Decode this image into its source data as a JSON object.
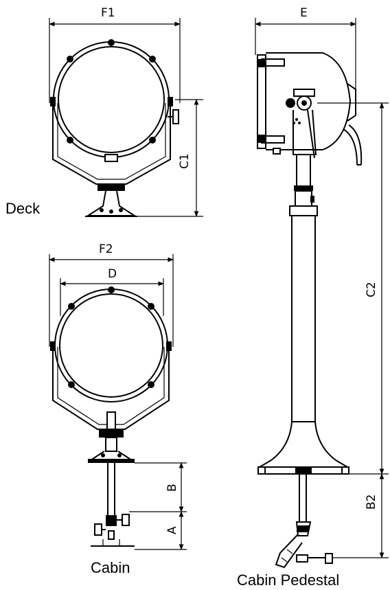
{
  "views": {
    "deck": {
      "label": "Deck"
    },
    "cabin": {
      "label": "Cabin"
    },
    "cabin_pedestal": {
      "label": "Cabin Pedestal"
    }
  },
  "dimensions": {
    "f1": "F1",
    "f2": "F2",
    "d": "D",
    "e": "E",
    "c1": "C1",
    "c2": "C2",
    "b": "B",
    "a": "A",
    "b2": "B2"
  }
}
